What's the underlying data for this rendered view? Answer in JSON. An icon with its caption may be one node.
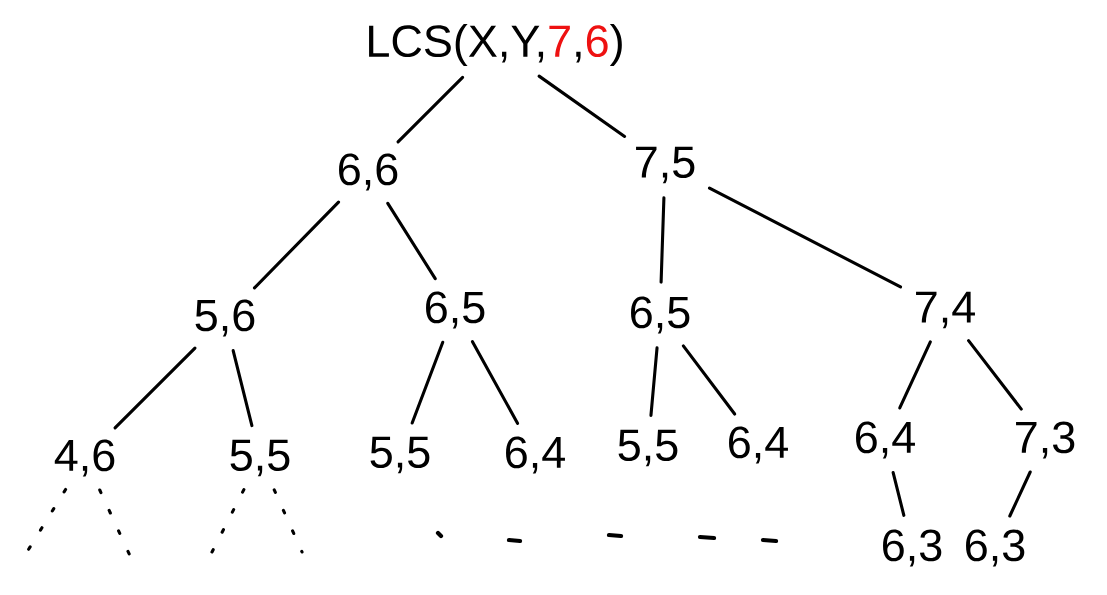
{
  "diagram": {
    "nodes": [
      {
        "text": [
          "LCS(X,Y,",
          "7",
          ",",
          "6",
          ")"
        ]
      },
      {
        "text": [
          "6,6"
        ]
      },
      {
        "text": [
          "7,5"
        ]
      },
      {
        "text": [
          "5,6"
        ]
      },
      {
        "text": [
          "6,5"
        ]
      },
      {
        "text": [
          "6,5"
        ]
      },
      {
        "text": [
          "7,4"
        ]
      },
      {
        "text": [
          "4,6"
        ]
      },
      {
        "text": [
          "5,5"
        ]
      },
      {
        "text": [
          "5,5"
        ]
      },
      {
        "text": [
          "6,4"
        ]
      },
      {
        "text": [
          "5,5"
        ]
      },
      {
        "text": [
          "6,4"
        ]
      },
      {
        "text": [
          "6,4"
        ]
      },
      {
        "text": [
          "7,3"
        ]
      },
      {
        "text": [
          "6,3"
        ]
      },
      {
        "text": [
          "6,3"
        ]
      }
    ],
    "edges": [
      {
        "from": 0,
        "to": 1,
        "arrow": "none"
      },
      {
        "from": 0,
        "to": 2,
        "arrow": "none"
      },
      {
        "from": 1,
        "to": 3,
        "arrow": "none"
      },
      {
        "from": 1,
        "to": 4,
        "arrow": "none"
      },
      {
        "from": 2,
        "to": 5,
        "arrow": "none"
      },
      {
        "from": 2,
        "to": 6,
        "arrow": "none"
      },
      {
        "from": 3,
        "to": 7,
        "arrow": "none"
      },
      {
        "from": 3,
        "to": 8,
        "arrow": "none"
      },
      {
        "from": 4,
        "to": 9,
        "arrow": "none"
      },
      {
        "from": 4,
        "to": 10,
        "arrow": "none"
      },
      {
        "from": 5,
        "to": 11,
        "arrow": "none"
      },
      {
        "from": 5,
        "to": 12,
        "arrow": "none"
      },
      {
        "from": 6,
        "to": 13,
        "arrow": "none"
      },
      {
        "from": 6,
        "to": 14,
        "arrow": "none"
      },
      {
        "from": 13,
        "to": 15,
        "arrow": "none"
      },
      {
        "from": 14,
        "to": 16,
        "arrow": "none"
      },
      {
        "from": 7,
        "to": null,
        "arrow": "none",
        "style": "dashed"
      },
      {
        "from": 7,
        "to": null,
        "arrow": "none",
        "style": "dashed"
      },
      {
        "from": 8,
        "to": null,
        "arrow": "none",
        "style": "dashed"
      },
      {
        "from": 8,
        "to": null,
        "arrow": "none",
        "style": "dashed"
      }
    ]
  }
}
